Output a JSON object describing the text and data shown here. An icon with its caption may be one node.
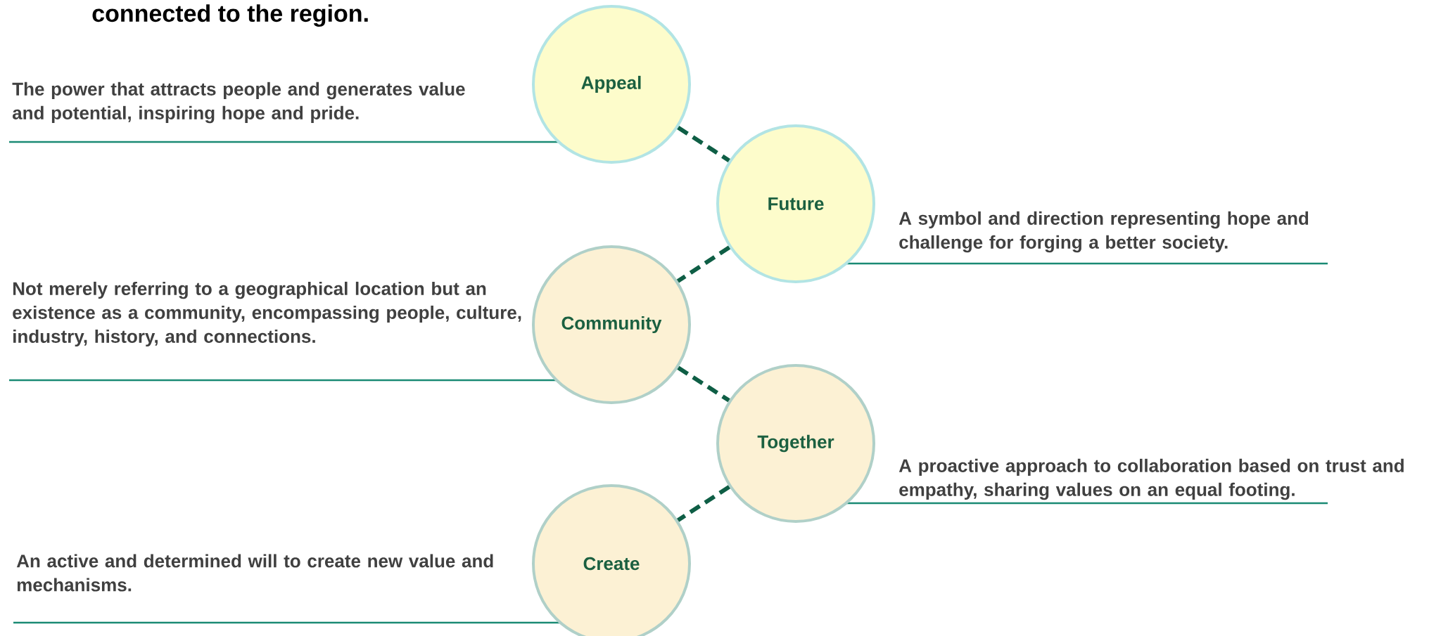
{
  "diagram": {
    "title": "connected to the region.",
    "nodes": [
      {
        "text": [
          "Appeal"
        ],
        "beside": [
          "The power that attracts people and generates value and potential, inspiring hope and pride."
        ]
      },
      {
        "text": [
          "Future"
        ],
        "beside": [
          "A symbol and direction representing hope and challenge for forging a better society."
        ]
      },
      {
        "text": [
          "Community"
        ],
        "beside": [
          "Not merely referring to a geographical location but an existence as a community, encompassing people, culture, industry, history, and connections."
        ]
      },
      {
        "text": [
          "Together"
        ],
        "beside": [
          "A proactive approach to collaboration based on trust and empathy, sharing values on an equal footing."
        ]
      },
      {
        "text": [
          "Create"
        ],
        "beside": [
          "An active and determined will to create new value and mechanisms."
        ]
      }
    ],
    "edges": [
      {
        "from": 0,
        "to": 1,
        "arrow": "none",
        "style": "dashed"
      },
      {
        "from": 1,
        "to": 2,
        "arrow": "none",
        "style": "dashed"
      },
      {
        "from": 2,
        "to": 3,
        "arrow": "none",
        "style": "dashed"
      },
      {
        "from": 3,
        "to": 4,
        "arrow": "none",
        "style": "dashed"
      }
    ]
  }
}
